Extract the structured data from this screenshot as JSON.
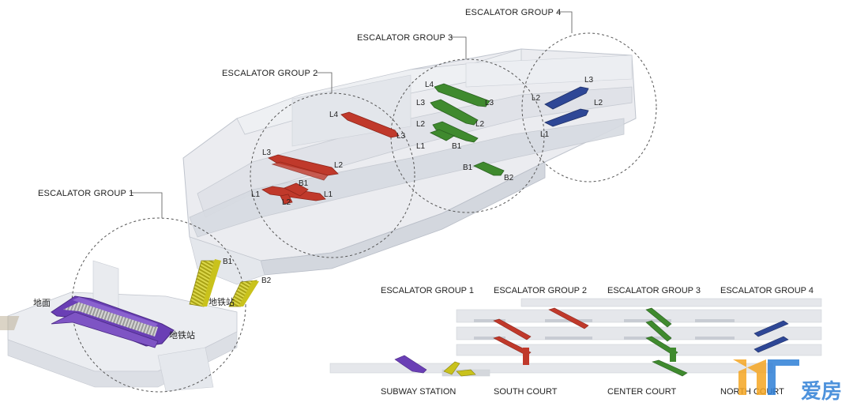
{
  "colors": {
    "group1": "#6a3fb5",
    "group1_subway": "#c9c21c",
    "group2": "#c0392b",
    "group3": "#3f8a2e",
    "group4": "#2e4796",
    "building": "#e7e9ee",
    "outline": "#b9bec8",
    "circle": "#555555",
    "logo_orange": "#f5a623",
    "logo_blue": "#2f7fd6"
  },
  "groups": [
    {
      "title": "ESCALATOR GROUP 1",
      "icon": "escalator-icon"
    },
    {
      "title": "ESCALATOR GROUP 2",
      "icon": "escalator-icon"
    },
    {
      "title": "ESCALATOR GROUP 3",
      "icon": "escalator-icon"
    },
    {
      "title": "ESCALATOR GROUP 4",
      "icon": "escalator-icon"
    }
  ],
  "g1_labels": {
    "ground": "地面",
    "subway_a": "地铁站",
    "subway_b": "地铁站",
    "b1": "B1",
    "b2": "B2"
  },
  "g2_labels": {
    "l4": "L4",
    "l3a": "L3",
    "l3b": "L3",
    "l2": "L2",
    "l2b": "L2",
    "b1": "B1",
    "l1a": "L1",
    "l1b": "L1"
  },
  "g3_labels": {
    "l4": "L4",
    "l3a": "L3",
    "l3b": "L3",
    "l2a": "L2",
    "l2b": "L2",
    "l1": "L1",
    "b1a": "B1",
    "b1b": "B1",
    "b2": "B2"
  },
  "g4_labels": {
    "l3": "L3",
    "l2a": "L2",
    "l2b": "L2",
    "l1": "L1"
  },
  "section": {
    "headers": [
      "ESCALATOR GROUP 1",
      "ESCALATOR GROUP 2",
      "ESCALATOR GROUP 3",
      "ESCALATOR GROUP 4"
    ],
    "footers": [
      "SUBWAY STATION",
      "SOUTH COURT",
      "CENTER COURT",
      "NORTH COURT"
    ]
  },
  "logo": {
    "text": "爱房"
  }
}
